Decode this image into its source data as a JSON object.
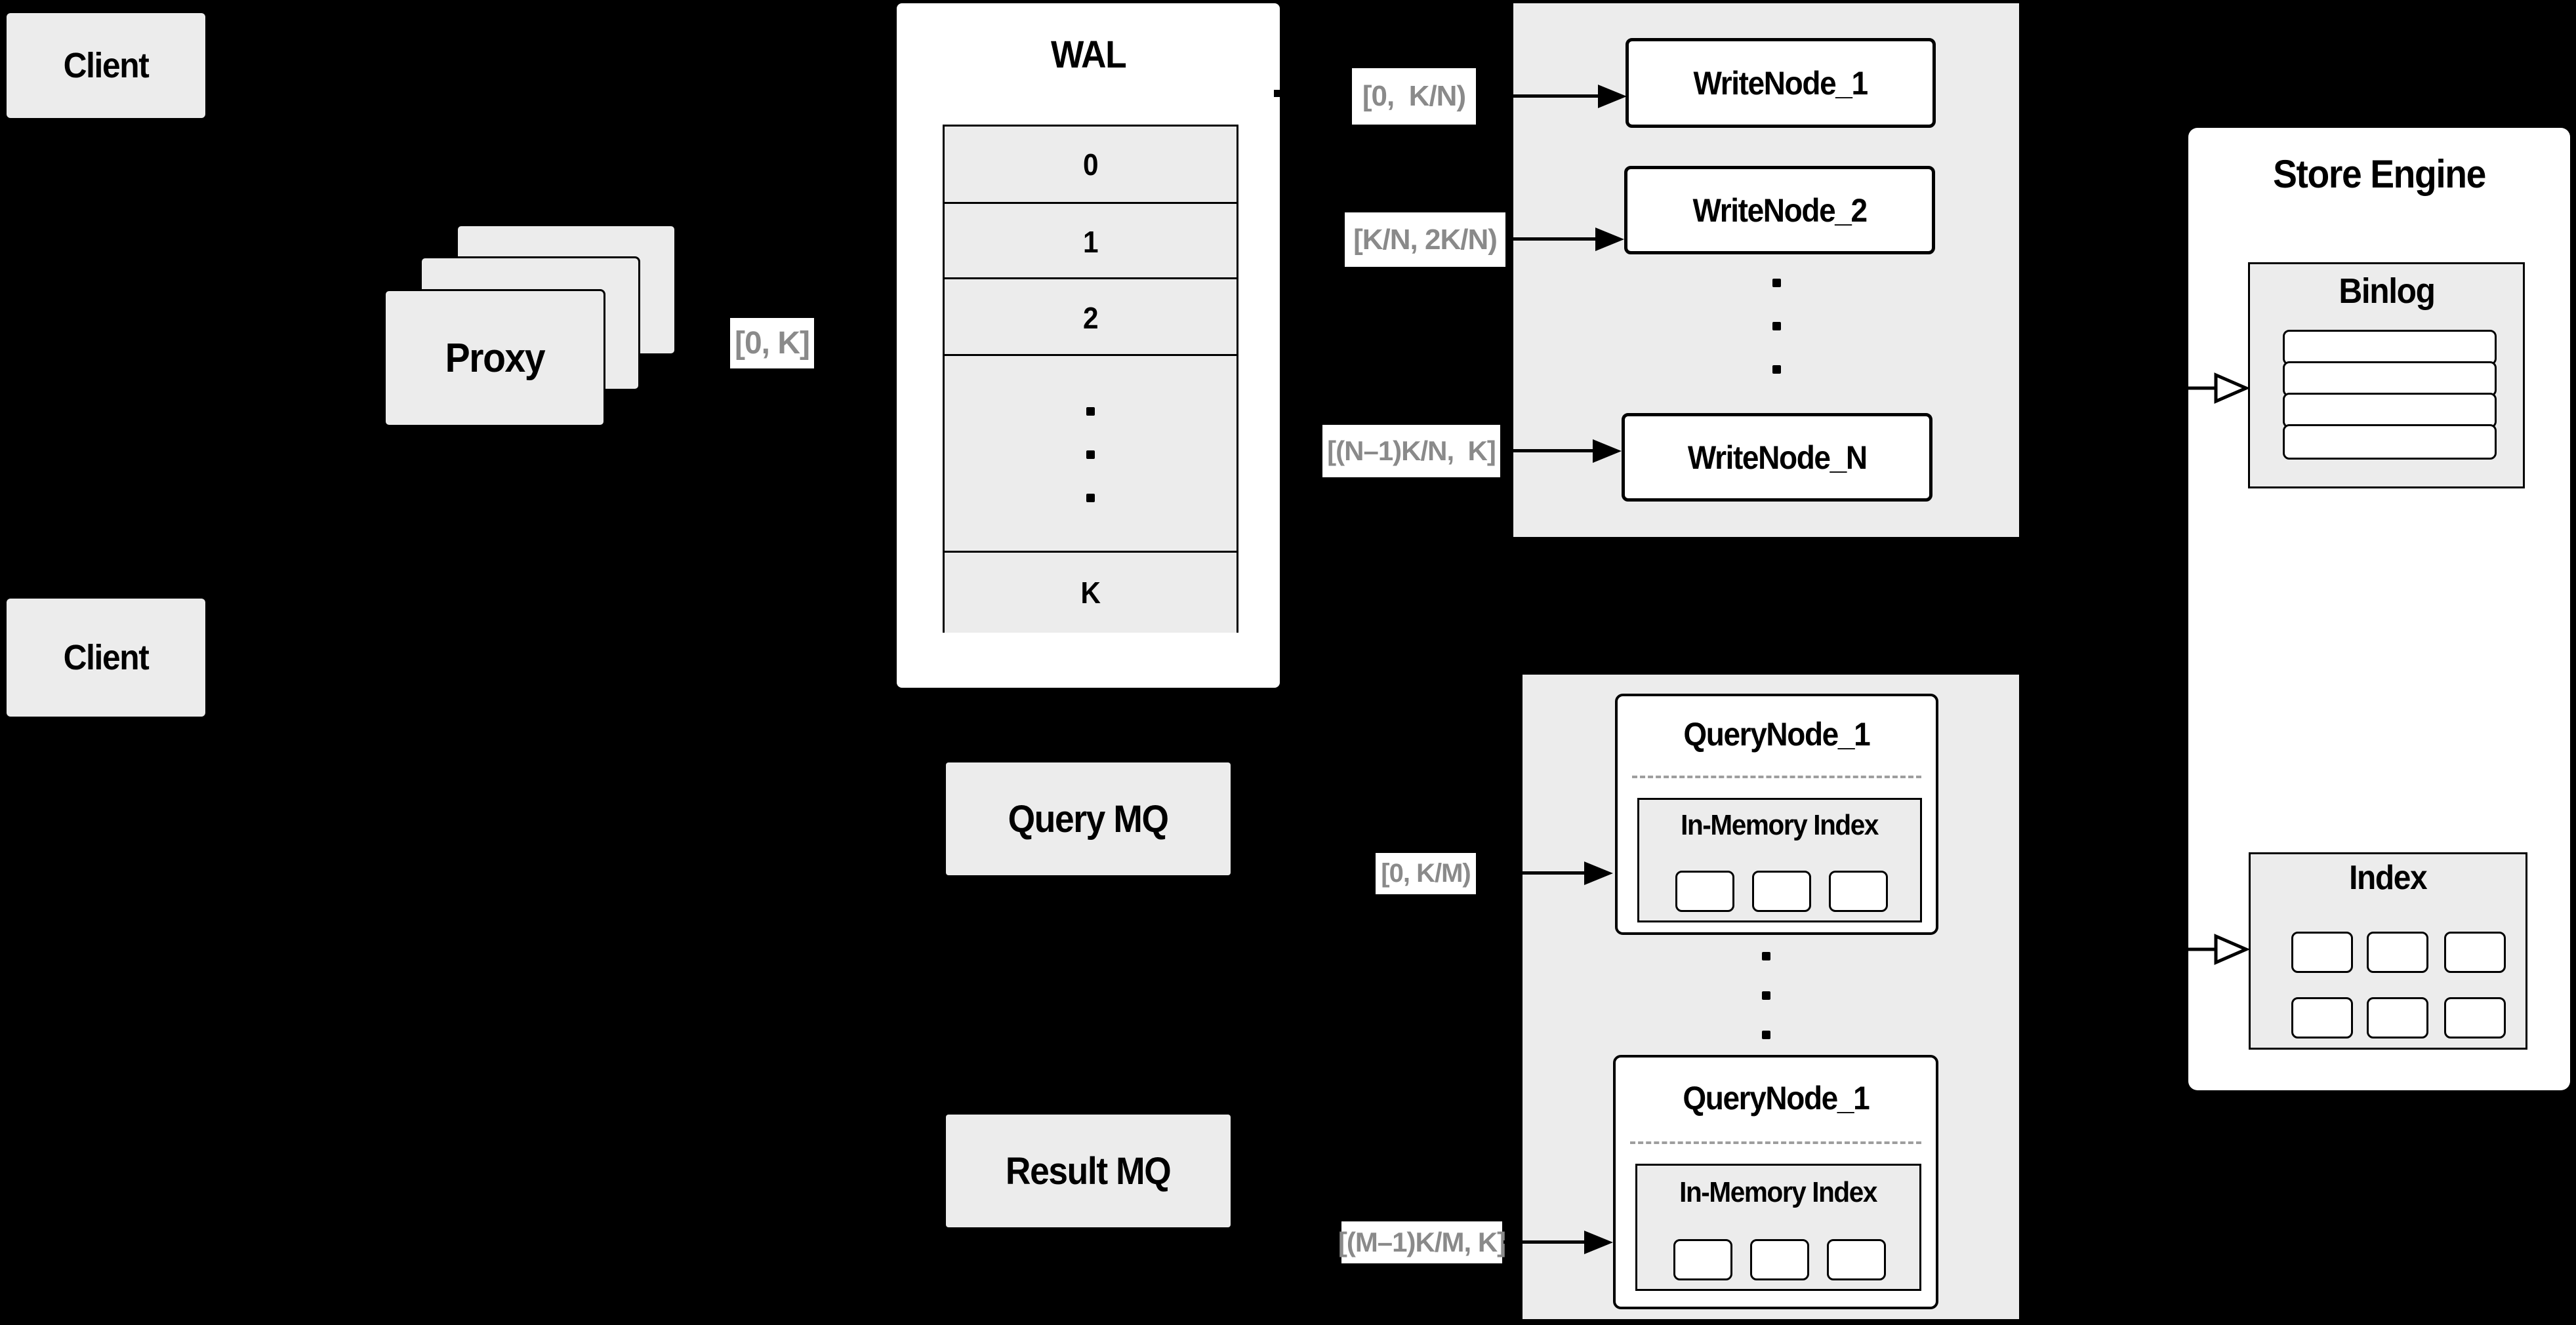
{
  "colors": {
    "background": "#000000",
    "panel_gray": "#ececec",
    "node_white": "#ffffff",
    "line_black": "#000000",
    "range_text_gray": "#8a8a8a",
    "dashed_gray": "#9e9e9e"
  },
  "clients": {
    "top": "Client",
    "bottom": "Client"
  },
  "proxy": {
    "label": "Proxy",
    "range_label": "[0, K]"
  },
  "wal": {
    "title": "WAL",
    "segments": [
      "0",
      "1",
      "2",
      "K"
    ]
  },
  "write_section": {
    "range_labels": [
      "[0,  K/N)",
      "[K/N, 2K/N)",
      "[(N–1)K/N,  K]"
    ],
    "nodes": [
      "WriteNode_1",
      "WriteNode_2",
      "WriteNode_N"
    ]
  },
  "query_section": {
    "query_mq": "Query MQ",
    "result_mq": "Result MQ",
    "range_labels": [
      "[0, K/M)",
      "[(M–1)K/M, K]"
    ],
    "nodes": [
      {
        "title": "QueryNode_1",
        "memory_label": "In-Memory Index"
      },
      {
        "title": "QueryNode_1",
        "memory_label": "In-Memory Index"
      }
    ]
  },
  "store_engine": {
    "title": "Store Engine",
    "binlog_title": "Binlog",
    "index_title": "Index"
  }
}
